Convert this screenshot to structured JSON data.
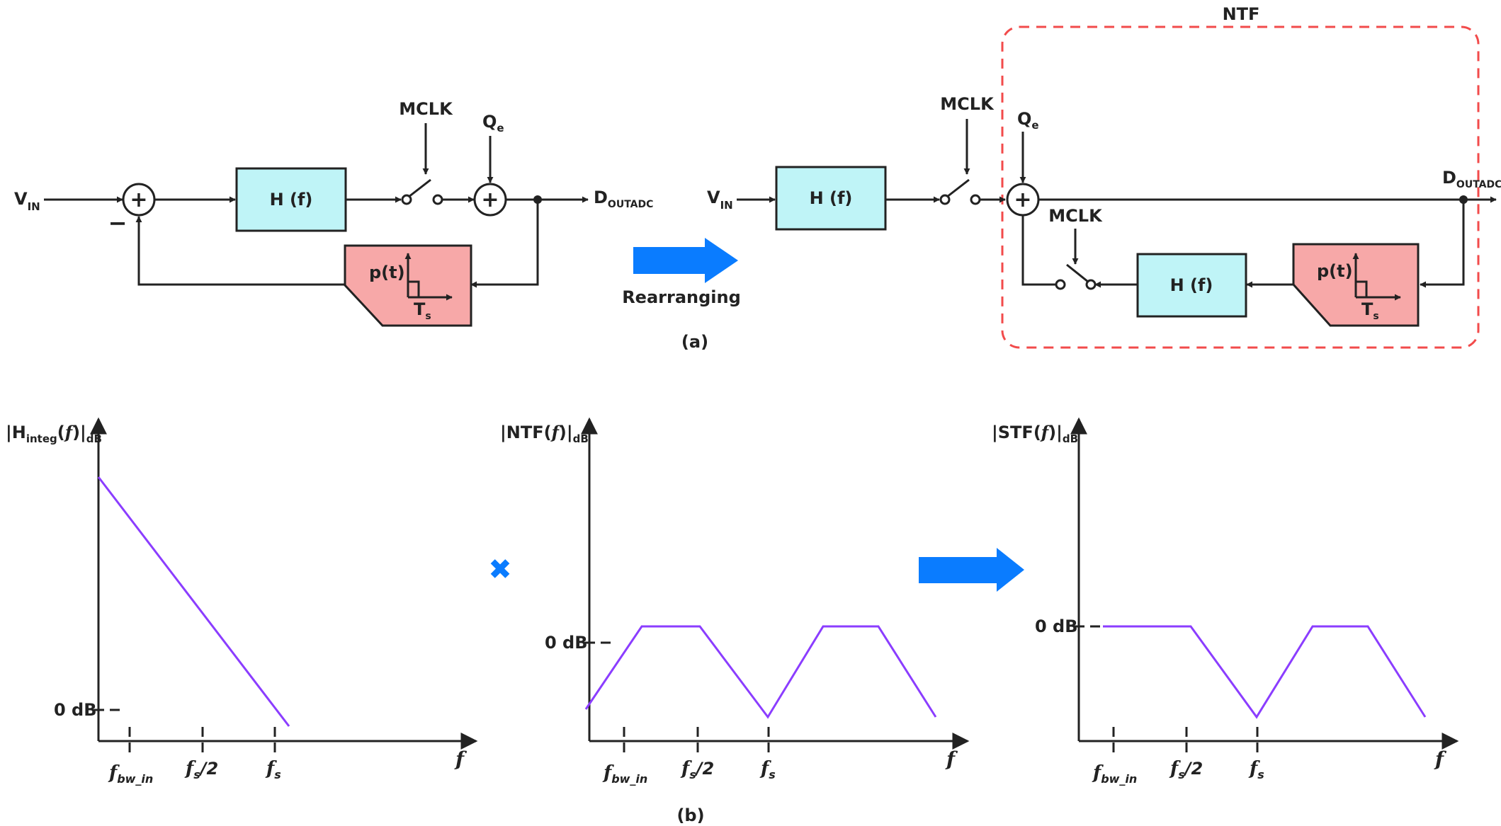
{
  "colors": {
    "ink": "#222222",
    "block_fill": "#bff4f7",
    "pulse_fill": "#f7a8a8",
    "accent_arrow": "#0a7cff",
    "curve": "#8b3dff",
    "ntf_box": "#f24b4b"
  },
  "part_a": {
    "caption": "(a)",
    "arrow_label": "Rearranging",
    "ntf_box_label": "NTF",
    "left": {
      "vin_main": "V",
      "vin_sub": "IN",
      "minus": "−",
      "hf": "H (f)",
      "mclk": "MCLK",
      "qe_main": "Q",
      "qe_sub": "e",
      "dout_main": "D",
      "dout_sub": "OUTADC",
      "pt": "p(t)",
      "ts_main": "T",
      "ts_sub": "s"
    },
    "right": {
      "vin_main": "V",
      "vin_sub": "IN",
      "hf": "H (f)",
      "mclk_top": "MCLK",
      "qe_main": "Q",
      "qe_sub": "e",
      "dout_main": "D",
      "dout_sub": "OUTADC",
      "mclk_inner": "MCLK",
      "hf_inner": "H (f)",
      "pt": "p(t)",
      "ts_main": "T",
      "ts_sub": "s"
    }
  },
  "part_b": {
    "caption": "(b)",
    "multiply_symbol": "✖",
    "plots": [
      {
        "ylabel": {
          "pre": "|H",
          "sub": "integ",
          "mid": "(",
          "f": "f",
          "post": ")|",
          "dB": "dB"
        },
        "zero_db": "0 dB",
        "xticks": [
          {
            "main": "f",
            "sub": "bw_in",
            "post": ""
          },
          {
            "main": "f",
            "sub": "s",
            "post": "/2"
          },
          {
            "main": "f",
            "sub": "s",
            "post": ""
          }
        ],
        "xlabel": "f"
      },
      {
        "ylabel": {
          "pre": "|NTF",
          "sub": "",
          "mid": "(",
          "f": "f",
          "post": ")|",
          "dB": "dB"
        },
        "zero_db": "0 dB",
        "xticks": [
          {
            "main": "f",
            "sub": "bw_in",
            "post": ""
          },
          {
            "main": "f",
            "sub": "s",
            "post": "/2"
          },
          {
            "main": "f",
            "sub": "s",
            "post": ""
          }
        ],
        "xlabel": "f"
      },
      {
        "ylabel": {
          "pre": "|STF",
          "sub": "",
          "mid": "(",
          "f": "f",
          "post": ")|",
          "dB": "dB"
        },
        "zero_db": "0 dB",
        "xticks": [
          {
            "main": "f",
            "sub": "bw_in",
            "post": ""
          },
          {
            "main": "f",
            "sub": "s",
            "post": "/2"
          },
          {
            "main": "f",
            "sub": "s",
            "post": ""
          }
        ],
        "xlabel": "f"
      }
    ]
  }
}
